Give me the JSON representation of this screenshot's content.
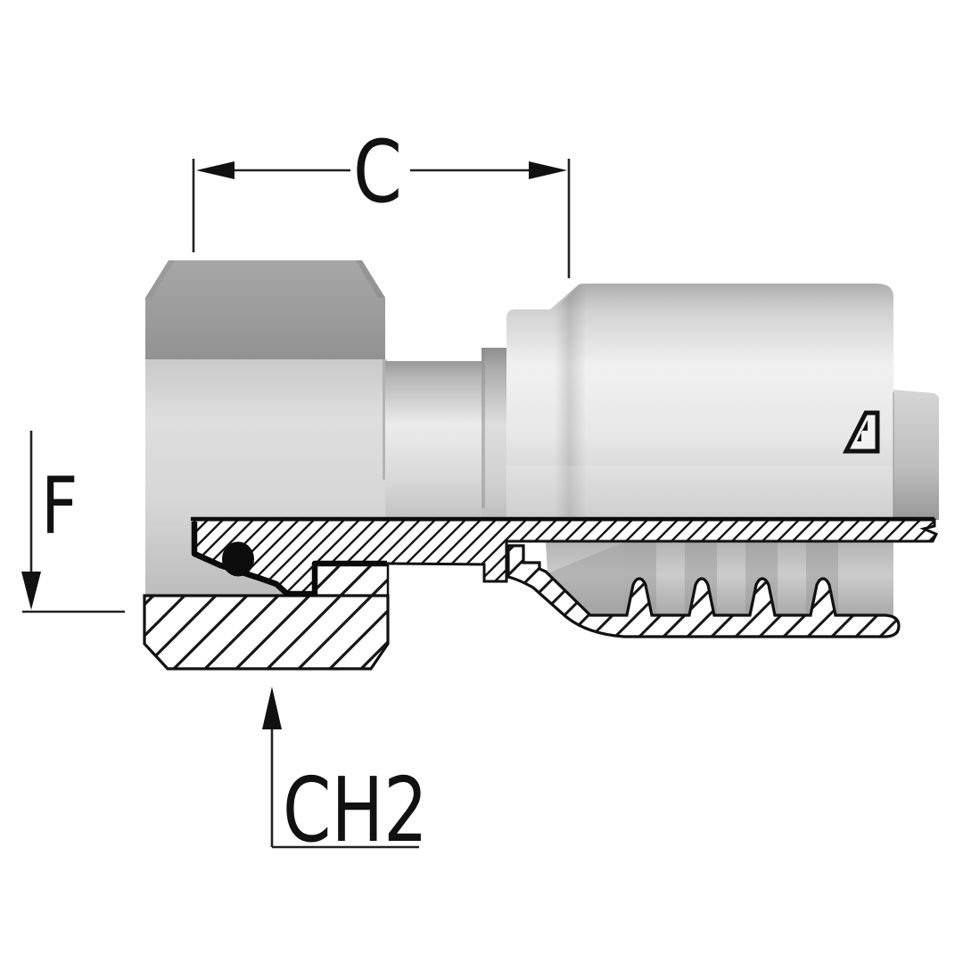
{
  "page": {
    "background": "#ffffff"
  },
  "drawing": {
    "description": "hydraulic hose fitting half-section technical drawing",
    "dimension_c": {
      "label": "C"
    },
    "dimension_f": {
      "label": "F"
    },
    "dimension_ch2": {
      "label": "CH2"
    },
    "colors": {
      "outline": "#111111",
      "dim_line": "#222222",
      "metal_highlight": "#f1f1f1",
      "metal_mid": "#d6d6d6",
      "metal_dark": "#9a9a9a",
      "rubber": "#bdbdbd",
      "seal": "#0c0c0c"
    }
  }
}
